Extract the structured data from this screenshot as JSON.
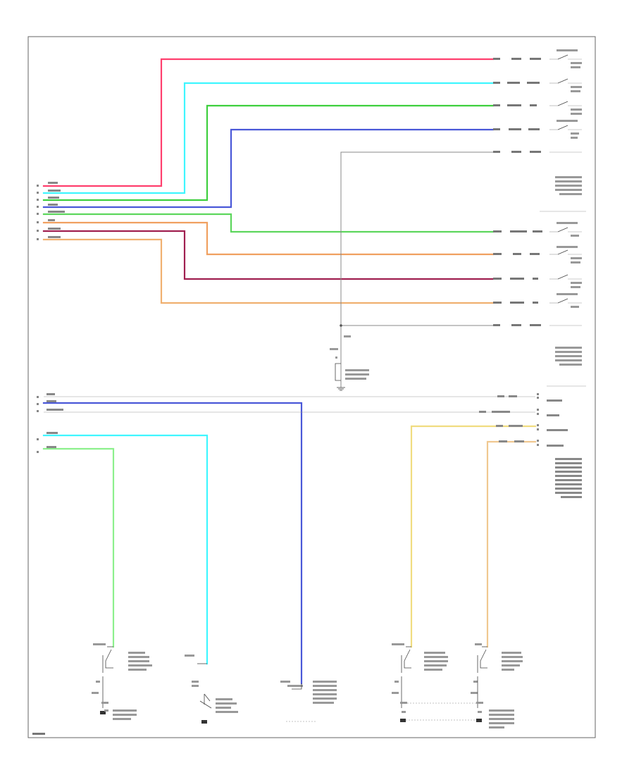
{
  "colors": {
    "pink": "#ff3f6e",
    "light_blue": "#3ff6ff",
    "green": "#3ecf3e",
    "blue": "#4a58d8",
    "dark_green": "#5cd65c",
    "tan": "#f0a060",
    "purple": "#a02050",
    "orange": "#f0b070",
    "yellow": "#f0dc80",
    "grey": "#888888",
    "light_green": "#8cf08c"
  },
  "icons": [
    "ground-symbol",
    "switch-symbol",
    "splice-dot"
  ]
}
